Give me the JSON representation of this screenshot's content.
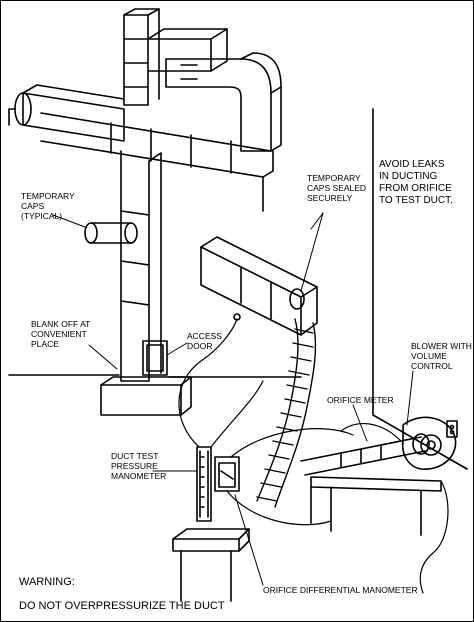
{
  "labels": {
    "temporary_caps_typical": [
      "TEMPORARY",
      "CAPS",
      "(TYPICAL)"
    ],
    "temporary_caps_sealed": [
      "TEMPORARY",
      "CAPS SEALED",
      "SECURELY"
    ],
    "avoid_leaks": [
      "AVOID LEAKS",
      "IN DUCTING",
      "FROM ORIFICE",
      "TO TEST DUCT."
    ],
    "blank_off": [
      "BLANK OFF AT",
      "CONVENIENT",
      "PLACE"
    ],
    "access_door": [
      "ACCESS",
      "DOOR"
    ],
    "blower": [
      "BLOWER WITH",
      "VOLUME",
      "CONTROL"
    ],
    "orifice_meter": "ORIFICE METER",
    "duct_test_manometer": [
      "DUCT TEST",
      "PRESSURE",
      "MANOMETER"
    ],
    "orifice_differential_manometer": "ORIFICE DIFFERENTIAL MANOMETER",
    "warning_title": "WARNING:",
    "warning_text": "DO NOT OVERPRESSURIZE THE DUCT"
  },
  "colors": {
    "ink": "#000000",
    "paper": "#ffffff"
  }
}
